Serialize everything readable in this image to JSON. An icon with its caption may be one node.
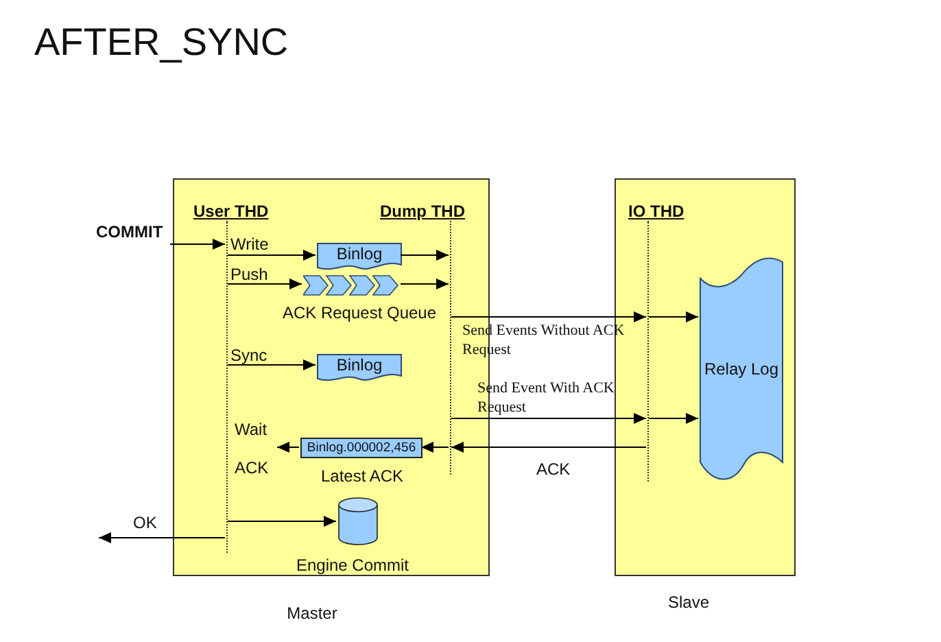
{
  "diagram": {
    "title": "AFTER_SYNC",
    "nodes": [
      {
        "text": [],
        "shape": "box",
        "beside": [
          "Master"
        ]
      },
      {
        "text": [],
        "shape": "box",
        "beside": [
          "Slave"
        ]
      },
      {
        "text": [
          "User THD"
        ],
        "in": 0
      },
      {
        "text": [
          "Dump THD"
        ],
        "in": 0
      },
      {
        "text": [
          "IO THD"
        ],
        "in": 1
      },
      {
        "text": [],
        "shape": "bar",
        "in": 0
      },
      {
        "text": [],
        "shape": "bar",
        "in": 0
      },
      {
        "text": [],
        "shape": "bar",
        "in": 1
      },
      {
        "text": [
          "COMMIT"
        ]
      },
      {
        "text": [
          "Binlog"
        ],
        "in": 0
      },
      {
        "text": [],
        "shape": "chevron",
        "in": 0,
        "beside": [
          "ACK Request Queue"
        ]
      },
      {
        "text": [
          "Binlog"
        ],
        "in": 0
      },
      {
        "text": [
          "Binlog.000002,456"
        ],
        "in": 0,
        "beside": [
          "Latest ACK"
        ]
      },
      {
        "text": [
          "Wait ACK"
        ],
        "in": 0
      },
      {
        "text": [],
        "shape": "cylinder",
        "in": 0,
        "beside": [
          "Engine Commit"
        ]
      },
      {
        "text": [
          "Relay Log"
        ],
        "in": 1
      }
    ],
    "edges": [
      {
        "from": 8,
        "to": 5,
        "arrow": "to"
      },
      {
        "from": 5,
        "to": 9,
        "arrow": "to",
        "label": "Write"
      },
      {
        "from": 9,
        "to": 6,
        "arrow": "to"
      },
      {
        "from": 5,
        "to": 10,
        "arrow": "to",
        "label": "Push"
      },
      {
        "from": 10,
        "to": 6,
        "arrow": "to"
      },
      {
        "from": 6,
        "to": 7,
        "arrow": "to",
        "label": "Send Events Without ACK Request"
      },
      {
        "from": 7,
        "to": 15,
        "arrow": "to"
      },
      {
        "from": 5,
        "to": 11,
        "arrow": "to",
        "label": "Sync"
      },
      {
        "from": 6,
        "to": 7,
        "arrow": "to",
        "label": "Send Event With ACK Request"
      },
      {
        "from": 7,
        "to": 15,
        "arrow": "to"
      },
      {
        "from": 7,
        "to": 6,
        "arrow": "to",
        "label": "ACK"
      },
      {
        "from": 6,
        "to": 12,
        "arrow": "to"
      },
      {
        "from": 12,
        "to": 13,
        "arrow": "to"
      },
      {
        "from": 5,
        "to": 14,
        "arrow": "to"
      },
      {
        "from": 5,
        "to": null,
        "arrow": "to",
        "label": "OK"
      }
    ]
  }
}
